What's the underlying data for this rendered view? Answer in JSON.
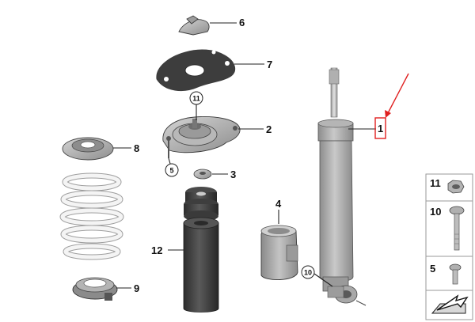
{
  "diagram": {
    "parts": [
      {
        "id": "1",
        "label": "1"
      },
      {
        "id": "2",
        "label": "2"
      },
      {
        "id": "3",
        "label": "3"
      },
      {
        "id": "4",
        "label": "4"
      },
      {
        "id": "5",
        "label": "5"
      },
      {
        "id": "6",
        "label": "6"
      },
      {
        "id": "7",
        "label": "7"
      },
      {
        "id": "8",
        "label": "8"
      },
      {
        "id": "9",
        "label": "9"
      },
      {
        "id": "10",
        "label": "10"
      },
      {
        "id": "11",
        "label": "11"
      },
      {
        "id": "12",
        "label": "12"
      }
    ],
    "legend": [
      {
        "label": "11",
        "icon": "nut-icon"
      },
      {
        "label": "10",
        "icon": "bolt-long-icon"
      },
      {
        "label": "5",
        "icon": "bolt-short-icon"
      }
    ],
    "highlight": {
      "label": "1",
      "color": "#e02020"
    },
    "colors": {
      "part_gray": "#a9a9a9",
      "dark_gray": "#3a3a3a",
      "spring_white": "#f2f2f2"
    }
  }
}
